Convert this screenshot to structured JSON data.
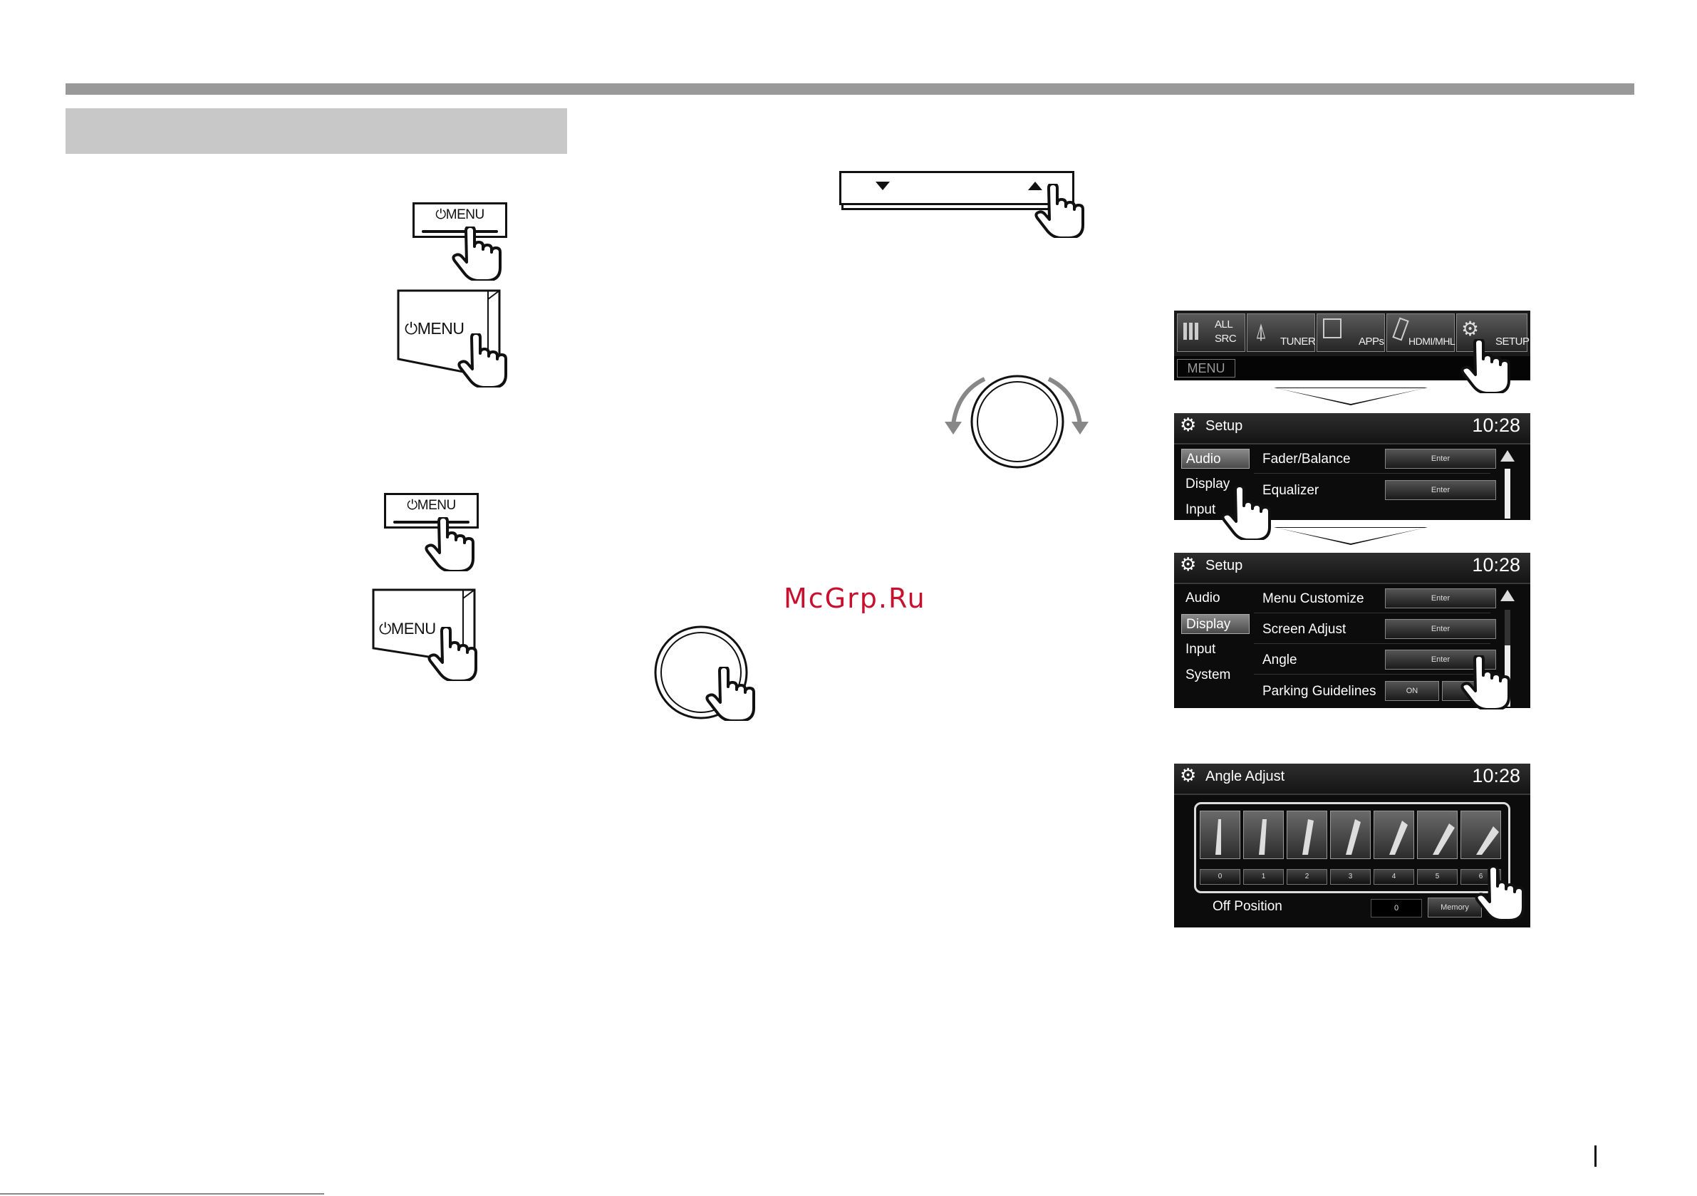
{
  "menu_buttons": {
    "label": "MENU"
  },
  "arrow_bar": {
    "down_icon": "triangle-down-icon",
    "up_icon": "triangle-up-icon"
  },
  "watermark": "McGrp.Ru",
  "home_screen": {
    "sources": [
      {
        "label_line1": "ALL",
        "label_line2": "SRC",
        "icon": "grid-icon"
      },
      {
        "label_line1": "TUNER",
        "label_line2": "",
        "icon": "antenna-icon"
      },
      {
        "label_line1": "APPs",
        "label_line2": "",
        "icon": "apps-icon"
      },
      {
        "label_line1": "HDMI/MHL",
        "label_line2": "",
        "icon": "phone-icon"
      },
      {
        "label_line1": "SETUP",
        "label_line2": "",
        "icon": "gear-icon"
      }
    ],
    "menu_label": "MENU"
  },
  "setup_audio": {
    "title": "Setup",
    "clock": "10:28",
    "side": [
      "Audio",
      "Display",
      "Input"
    ],
    "rows": [
      {
        "label": "Fader/Balance",
        "button": "Enter"
      },
      {
        "label": "Equalizer",
        "button": "Enter"
      }
    ]
  },
  "setup_display": {
    "title": "Setup",
    "clock": "10:28",
    "side": [
      "Audio",
      "Display",
      "Input",
      "System"
    ],
    "rows": [
      {
        "label": "Menu Customize",
        "button": "Enter"
      },
      {
        "label": "Screen Adjust",
        "button": "Enter"
      },
      {
        "label": "Angle",
        "button": "Enter"
      },
      {
        "label": "Parking Guidelines",
        "button": "ON"
      }
    ]
  },
  "angle_adjust": {
    "title": "Angle Adjust",
    "clock": "10:28",
    "positions": [
      "0",
      "1",
      "2",
      "3",
      "4",
      "5",
      "6"
    ],
    "off_position_label": "Off Position",
    "off_position_value": "0",
    "memory_label": "Memory"
  }
}
